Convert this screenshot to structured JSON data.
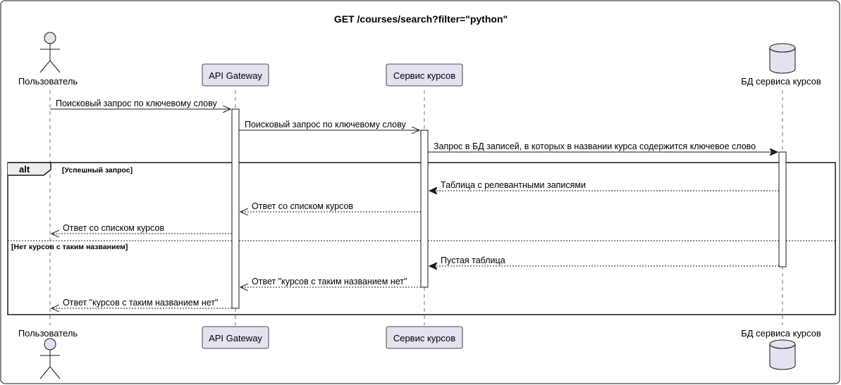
{
  "diagram": {
    "title": "GET /courses/search?filter=\"python\"",
    "participants": [
      {
        "id": "user",
        "label": "Пользователь",
        "kind": "actor"
      },
      {
        "id": "gateway",
        "label": "API Gateway",
        "kind": "participant"
      },
      {
        "id": "service",
        "label": "Сервис курсов",
        "kind": "participant"
      },
      {
        "id": "db",
        "label": "БД сервиса курсов",
        "kind": "database"
      }
    ],
    "messages": [
      {
        "from": "user",
        "to": "gateway",
        "text": "Поисковый запрос по ключевому слову",
        "style": "sync"
      },
      {
        "from": "gateway",
        "to": "service",
        "text": "Поисковый запрос по ключевому слову",
        "style": "sync"
      },
      {
        "from": "service",
        "to": "db",
        "text": "Запрос в БД записей, в которых в названии курса содержится ключевое слово",
        "style": "sync-filled"
      },
      {
        "from": "db",
        "to": "service",
        "text": "Таблица с релевантными записями",
        "style": "reply-filled"
      },
      {
        "from": "service",
        "to": "gateway",
        "text": "Ответ со списком курсов",
        "style": "reply"
      },
      {
        "from": "gateway",
        "to": "user",
        "text": "Ответ со списком курсов",
        "style": "reply"
      },
      {
        "from": "db",
        "to": "service",
        "text": "Пустая таблица",
        "style": "reply-filled"
      },
      {
        "from": "service",
        "to": "gateway",
        "text": "Ответ \"курсов с таким названием нет\"",
        "style": "reply"
      },
      {
        "from": "gateway",
        "to": "user",
        "text": "Ответ \"курсов с таким названием нет\"",
        "style": "reply"
      }
    ],
    "fragment": {
      "operator": "alt",
      "guards": [
        "[Успешный запрос]",
        "[Нет курсов с таким названием]"
      ]
    },
    "colors": {
      "participant_fill": "#e2e2f0",
      "participant_border": "#181818",
      "lifeline": "#181818",
      "activation_fill": "#ffffff"
    }
  }
}
